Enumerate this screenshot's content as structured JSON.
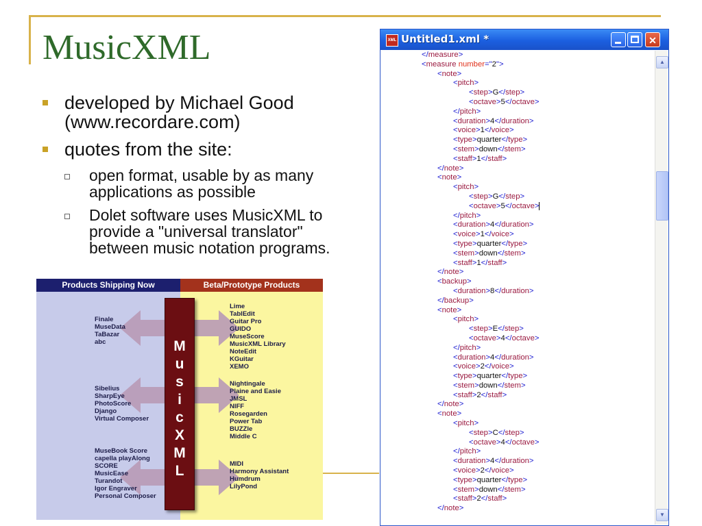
{
  "slide": {
    "title": "MusicXML",
    "bullets": [
      "developed by Michael Good (www.recordare.com)",
      "quotes from the site:"
    ],
    "subbullets": [
      "open format, usable by as many applications as possible",
      "Dolet software uses MusicXML to provide a \"universal translator\" between music notation programs."
    ]
  },
  "diagram": {
    "header_left": "Products Shipping Now",
    "header_right": "Beta/Prototype Products",
    "left_groups": [
      [
        "Finale",
        "MuseData",
        "TaBazar",
        "abc"
      ],
      [
        "Sibelius",
        "SharpEye",
        "PhotoScore",
        "Django",
        "Virtual Composer"
      ],
      [
        "MuseBook Score",
        "capella playAlong",
        "SCORE",
        "MusicEase",
        "Turandot",
        "Igor Engraver",
        "Personal Composer"
      ]
    ],
    "right_groups": [
      [
        "Lime",
        "TablEdit",
        "Guitar Pro",
        "GUIDO",
        "MuseScore",
        "MusicXML Library",
        "NoteEdit",
        "KGuitar",
        "XEMO"
      ],
      [
        "Nightingale",
        "Plaine and Easie",
        "JMSL",
        "NIFF",
        "Rosegarden",
        "Power Tab",
        "BUZZle",
        "Middle C"
      ],
      [
        "MIDI",
        "Harmony Assistant",
        "Humdrum",
        "LilyPond"
      ]
    ],
    "pillar_letters": [
      "M",
      "u",
      "s",
      "i",
      "c",
      "X",
      "M",
      "L"
    ],
    "colors": {
      "left_bg": "#c7cbea",
      "right_bg": "#fbf6a0",
      "header_left_bg": "#1c1f6e",
      "header_right_bg": "#a3321c",
      "pillar": "#6b0e12",
      "arrow": "#b89ab6"
    }
  },
  "window": {
    "title": "Untitled1.xml *",
    "icon": "xml-file-icon",
    "controls": [
      "minimize-icon",
      "maximize-icon",
      "close-icon"
    ],
    "lines": [
      {
        "i": 0,
        "t": "</measure>"
      },
      {
        "i": 0,
        "t": "<measure number=\"2\">"
      },
      {
        "i": 1,
        "t": "<note>"
      },
      {
        "i": 2,
        "t": "<pitch>"
      },
      {
        "i": 3,
        "t": "<step>G</step>"
      },
      {
        "i": 3,
        "t": "<octave>5</octave>"
      },
      {
        "i": 2,
        "t": "</pitch>"
      },
      {
        "i": 2,
        "t": "<duration>4</duration>"
      },
      {
        "i": 2,
        "t": "<voice>1</voice>"
      },
      {
        "i": 2,
        "t": "<type>quarter</type>"
      },
      {
        "i": 2,
        "t": "<stem>down</stem>"
      },
      {
        "i": 2,
        "t": "<staff>1</staff>"
      },
      {
        "i": 1,
        "t": "</note>"
      },
      {
        "i": 1,
        "t": "<note>"
      },
      {
        "i": 2,
        "t": "<pitch>"
      },
      {
        "i": 3,
        "t": "<step>G</step>"
      },
      {
        "i": 3,
        "t": "<octave>5</octave>",
        "caret": true
      },
      {
        "i": 2,
        "t": "</pitch>"
      },
      {
        "i": 2,
        "t": "<duration>4</duration>"
      },
      {
        "i": 2,
        "t": "<voice>1</voice>"
      },
      {
        "i": 2,
        "t": "<type>quarter</type>"
      },
      {
        "i": 2,
        "t": "<stem>down</stem>"
      },
      {
        "i": 2,
        "t": "<staff>1</staff>"
      },
      {
        "i": 1,
        "t": "</note>"
      },
      {
        "i": 1,
        "t": "<backup>"
      },
      {
        "i": 2,
        "t": "<duration>8</duration>"
      },
      {
        "i": 1,
        "t": "</backup>"
      },
      {
        "i": 1,
        "t": "<note>"
      },
      {
        "i": 2,
        "t": "<pitch>"
      },
      {
        "i": 3,
        "t": "<step>E</step>"
      },
      {
        "i": 3,
        "t": "<octave>4</octave>"
      },
      {
        "i": 2,
        "t": "</pitch>"
      },
      {
        "i": 2,
        "t": "<duration>4</duration>"
      },
      {
        "i": 2,
        "t": "<voice>2</voice>"
      },
      {
        "i": 2,
        "t": "<type>quarter</type>"
      },
      {
        "i": 2,
        "t": "<stem>down</stem>"
      },
      {
        "i": 2,
        "t": "<staff>2</staff>"
      },
      {
        "i": 1,
        "t": "</note>"
      },
      {
        "i": 1,
        "t": "<note>"
      },
      {
        "i": 2,
        "t": "<pitch>"
      },
      {
        "i": 3,
        "t": "<step>C</step>"
      },
      {
        "i": 3,
        "t": "<octave>4</octave>"
      },
      {
        "i": 2,
        "t": "</pitch>"
      },
      {
        "i": 2,
        "t": "<duration>4</duration>"
      },
      {
        "i": 2,
        "t": "<voice>2</voice>"
      },
      {
        "i": 2,
        "t": "<type>quarter</type>"
      },
      {
        "i": 2,
        "t": "<stem>down</stem>"
      },
      {
        "i": 2,
        "t": "<staff>2</staff>"
      },
      {
        "i": 1,
        "t": "</note>"
      }
    ],
    "syntax_colors": {
      "tag": "#9a1a40",
      "bracket": "#1a1ad0",
      "text": "#111111",
      "attribute": "#e0301a"
    }
  }
}
